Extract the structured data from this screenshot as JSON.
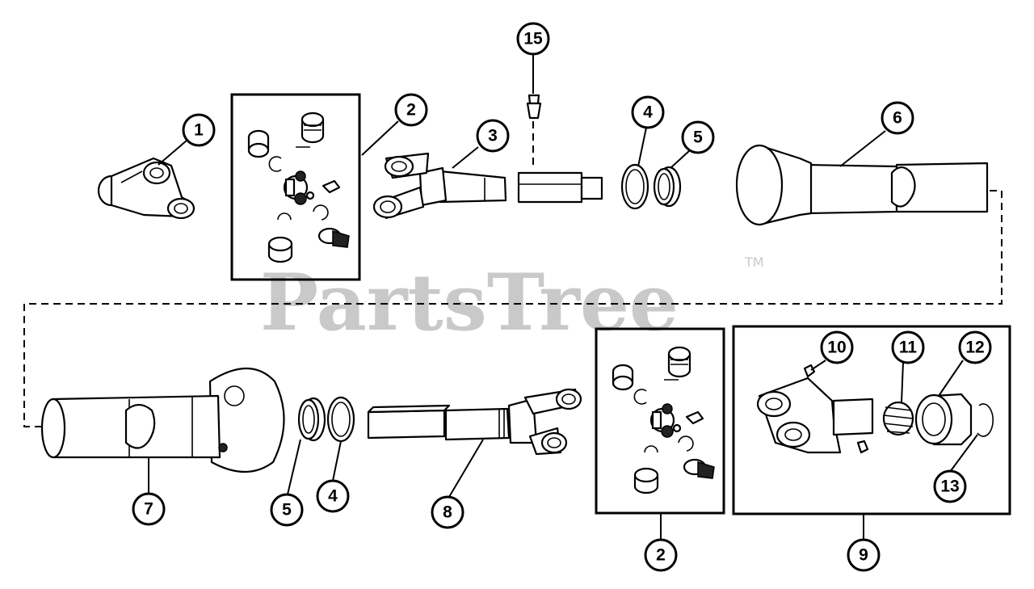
{
  "watermark": {
    "text": "PartsTree",
    "trademark": "TM"
  },
  "callouts": [
    {
      "id": "c1",
      "label": "1"
    },
    {
      "id": "c2a",
      "label": "2"
    },
    {
      "id": "c3",
      "label": "3"
    },
    {
      "id": "c15",
      "label": "15"
    },
    {
      "id": "c4a",
      "label": "4"
    },
    {
      "id": "c5a",
      "label": "5"
    },
    {
      "id": "c6",
      "label": "6"
    },
    {
      "id": "c7",
      "label": "7"
    },
    {
      "id": "c5b",
      "label": "5"
    },
    {
      "id": "c4b",
      "label": "4"
    },
    {
      "id": "c8",
      "label": "8"
    },
    {
      "id": "c2b",
      "label": "2"
    },
    {
      "id": "c9",
      "label": "9"
    },
    {
      "id": "c10",
      "label": "10"
    },
    {
      "id": "c11",
      "label": "11"
    },
    {
      "id": "c12",
      "label": "12"
    },
    {
      "id": "c13",
      "label": "13"
    }
  ]
}
